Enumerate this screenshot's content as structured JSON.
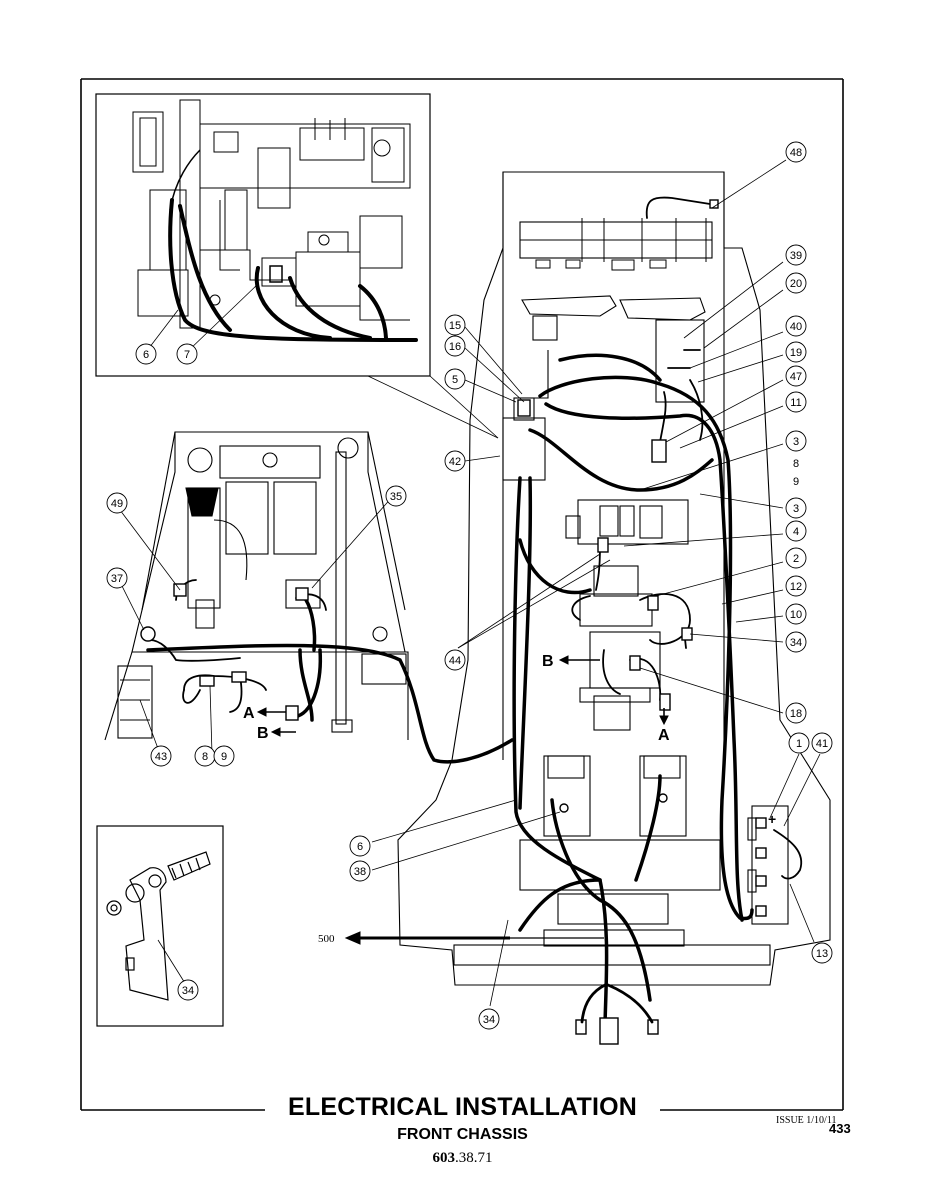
{
  "title": "ELECTRICAL INSTALLATION",
  "subtitle": "FRONT CHASSIS",
  "code_bold": "603",
  "code_rest": ".38.71",
  "issue": "ISSUE 1/10/11",
  "page_number": "433",
  "arrow_labels": {
    "a_left": "A",
    "b_left": "B",
    "b_center": "B",
    "a_center": "A",
    "ref_500": "500"
  },
  "callouts": {
    "c48": "48",
    "c39": "39",
    "c20": "20",
    "c40": "40",
    "c19": "19",
    "c47": "47",
    "c11": "11",
    "c3a": "3",
    "c8r": "8",
    "c9r": "9",
    "c3b": "3",
    "c4": "4",
    "c2": "2",
    "c12": "12",
    "c10": "10",
    "c34r": "34",
    "c18": "18",
    "c1": "1",
    "c41": "41",
    "c13": "13",
    "c15": "15",
    "c16": "16",
    "c5": "5",
    "c42": "42",
    "c44": "44",
    "c6a": "6",
    "c7": "7",
    "c49": "49",
    "c35": "35",
    "c37": "37",
    "c43": "43",
    "c8l": "8",
    "c9l": "9",
    "c6b": "6",
    "c38": "38",
    "c34b": "34",
    "c34inset": "34"
  },
  "colors": {
    "line": "#000000",
    "background": "#ffffff"
  }
}
